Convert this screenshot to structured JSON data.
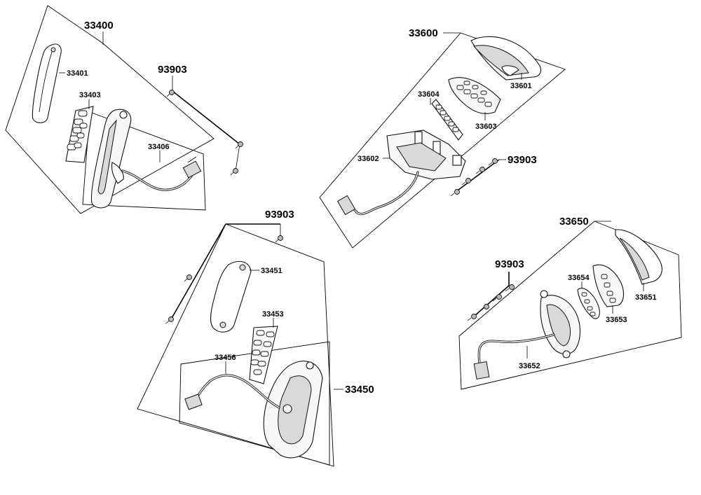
{
  "groups": {
    "g33400": {
      "assembly": "33400",
      "lens": "33401",
      "led_board": "33403",
      "housing": "33406",
      "screw": "93903"
    },
    "g33600": {
      "assembly": "33600",
      "lens": "33601",
      "housing": "33602",
      "reflector": "33603",
      "led_board": "33604",
      "screw": "93903"
    },
    "g33450": {
      "assembly": "33450",
      "lens": "33451",
      "led_board": "33453",
      "housing": "33456",
      "screw": "93903"
    },
    "g33650": {
      "assembly": "33650",
      "lens": "33651",
      "housing": "33652",
      "reflector": "33653",
      "led_board": "33654",
      "screw": "93903"
    }
  },
  "colors": {
    "ink": "#000000",
    "background": "#ffffff",
    "part_fill": "#f7f7f7"
  }
}
